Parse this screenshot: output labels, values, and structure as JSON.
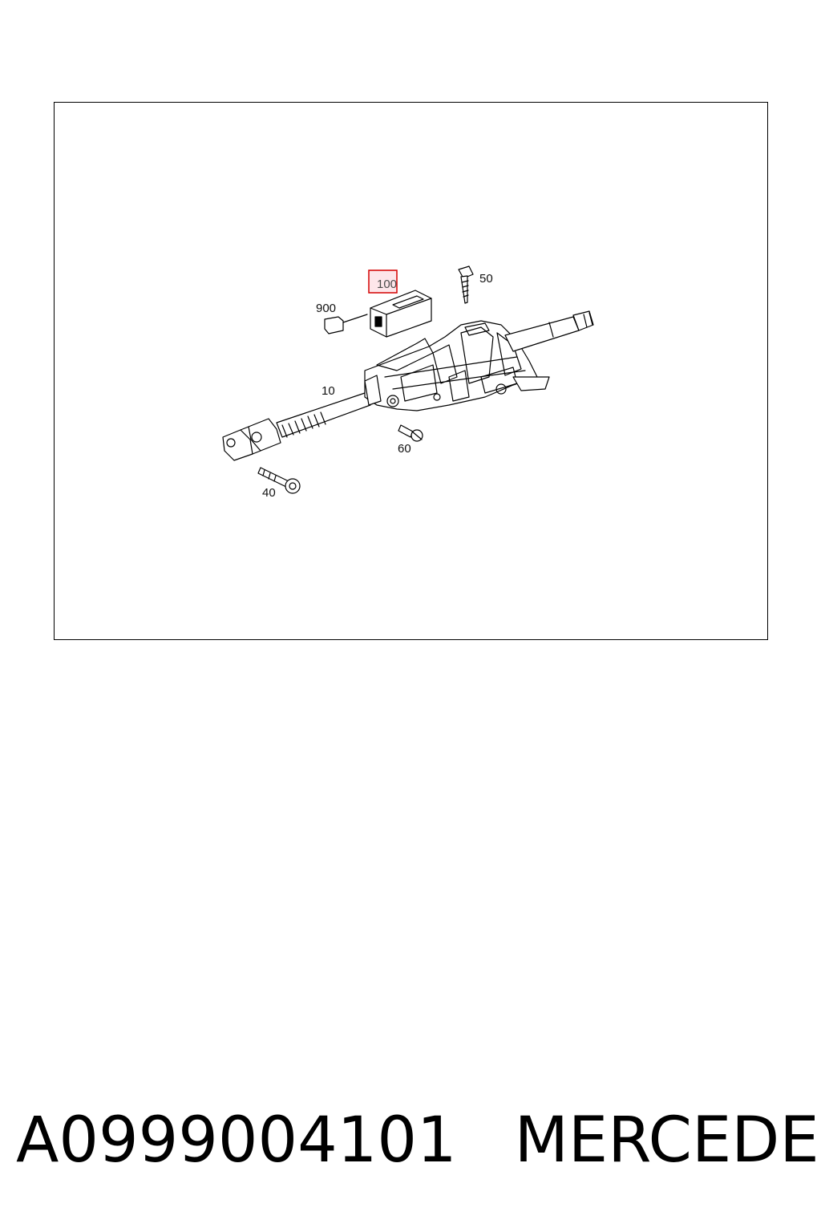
{
  "diagram": {
    "callouts": {
      "c10": "10",
      "c40": "40",
      "c50": "50",
      "c60": "60",
      "c100": "100",
      "c900": "900"
    },
    "highlight_color": "#d40000",
    "highlight_fill": "#fde6ea"
  },
  "footer": {
    "part_number": "A0999004101",
    "brand": "MERCEDES"
  }
}
